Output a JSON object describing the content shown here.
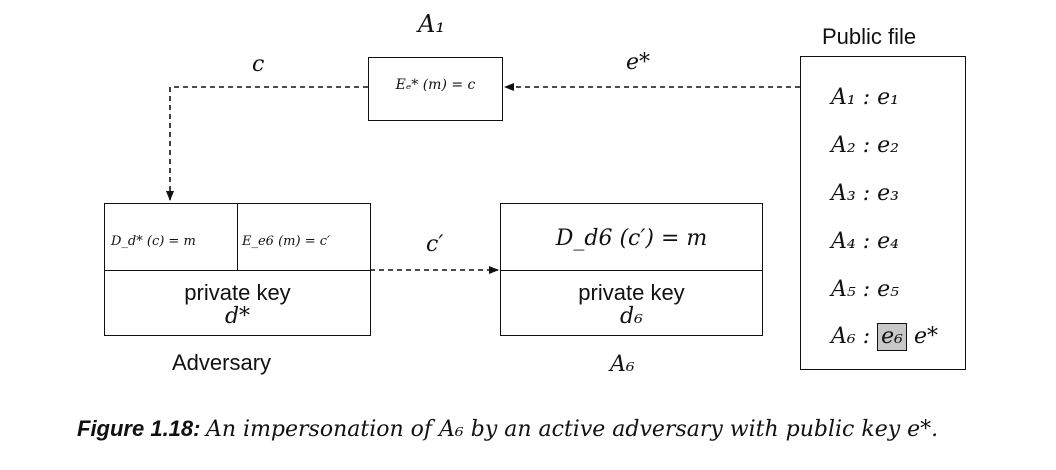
{
  "a1": {
    "label": "A₁",
    "formula": "Eₑ* (m) = c"
  },
  "public_file": {
    "title": "Public file",
    "entries": [
      "A₁ : e₁",
      "A₂ : e₂",
      "A₃ : e₃",
      "A₄ : e₄",
      "A₅ : e₅"
    ],
    "last_entity": "A₆ :",
    "last_key_original": "e₆",
    "last_key_substituted": "e*"
  },
  "adversary": {
    "decrypt_formula": "D_d* (c) = m",
    "encrypt_formula": "E_e6 (m) = c′",
    "key_label": "private key",
    "key_value": "d*",
    "label": "Adversary"
  },
  "a6": {
    "formula": "D_d6 (c′) = m",
    "key_label": "private key",
    "key_value": "d₆",
    "label": "A₆"
  },
  "arrows": {
    "c_label": "c",
    "e_star_label": "e*",
    "c_prime_label": "c′"
  },
  "caption": {
    "figure_label": "Figure 1.18:",
    "text": "An impersonation of A₆ by an active adversary with public key e*."
  }
}
